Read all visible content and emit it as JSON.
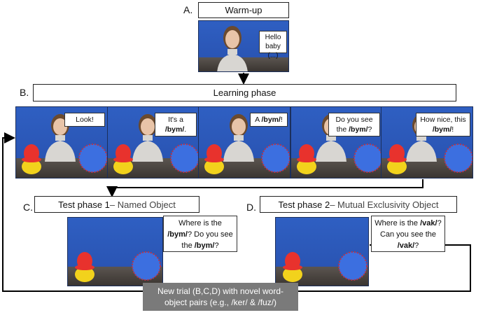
{
  "steps": {
    "a": {
      "letter": "A.",
      "title": "Warm-up",
      "bubble": "Hello baby (...)"
    },
    "b": {
      "letter": "B.",
      "title": "Learning phase"
    },
    "c": {
      "letter": "C.",
      "title": "Test phase 1",
      "subtitle": "– Named Object",
      "bubble_pre1": "Where is the ",
      "bubble_word1": "/bym/",
      "bubble_mid": "? Do you see the ",
      "bubble_word2": "/bym/",
      "bubble_post": "?"
    },
    "d": {
      "letter": "D.",
      "title": "Test phase 2",
      "subtitle": " – Mutual Exclusivity Object",
      "bubble_pre1": "Where is the ",
      "bubble_word1": "/vak/",
      "bubble_mid": "? Can you see the ",
      "bubble_word2": "/vak/",
      "bubble_post": "?"
    }
  },
  "learning_frames": [
    {
      "pre": "Look!",
      "word": "",
      "post": ""
    },
    {
      "pre": "It's a ",
      "word": "/bym/",
      "post": "."
    },
    {
      "pre": "A ",
      "word": "/bym/",
      "post": "!"
    },
    {
      "pre": "Do you see the ",
      "word": "/bym/",
      "post": "?"
    },
    {
      "pre": "How nice, this ",
      "word": "/bym/",
      "post": "!"
    }
  ],
  "new_trial": "New trial (B,C,D) with novel word-object pairs (e.g., /ker/ & /fuz/)",
  "colors": {
    "background": "#2f5fc2",
    "table": "#4a4440",
    "new_trial_box": "#7a7a7a",
    "object_red": "#e8322d",
    "object_yellow": "#f2d21c",
    "object_blue": "#3c6fe0"
  }
}
